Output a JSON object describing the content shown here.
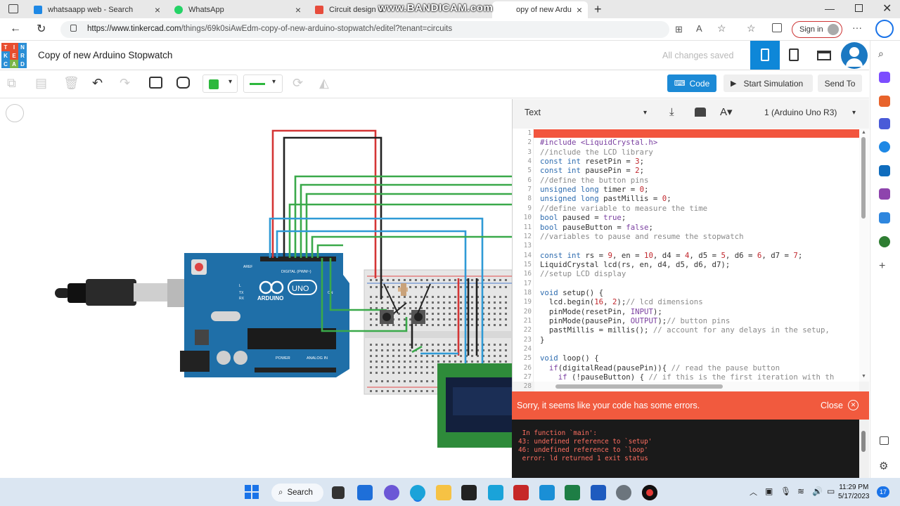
{
  "browser": {
    "tabs": [
      {
        "label": "whatsaapp web - Search",
        "favicon_color": "#1e88e5"
      },
      {
        "label": "WhatsApp",
        "favicon_color": "#25d366"
      },
      {
        "label": "Circuit design C",
        "favicon_color": "#e74c3c"
      },
      {
        "label": "opy of new Ardu",
        "favicon_color": "#1e88e5"
      }
    ],
    "new_tab": "+",
    "url_host": "https://www.tinkercad.com",
    "url_path": "/things/69k0siAwEdm-copy-of-new-arduino-stopwatch/editel?tenant=circuits",
    "sign_in": "Sign in",
    "watermark": "www.BANDICAM.com"
  },
  "tinkercad": {
    "logo_letters": [
      "T",
      "I",
      "N",
      "K",
      "E",
      "R",
      "C",
      "A",
      "D"
    ],
    "logo_colors": [
      "#e84e2f",
      "#e84e2f",
      "#2b8fd6",
      "#2b8fd6",
      "#e84e2f",
      "#2b8fd6",
      "#2b8fd6",
      "#7ab648",
      "#2b8fd6"
    ],
    "project_title": "Copy of new Arduino Stopwatch",
    "saved_status": "All changes saved",
    "code_button": "Code",
    "start_simulation": "Start Simulation",
    "send_to": "Send To",
    "accent": "#1c8ad6"
  },
  "code_panel": {
    "mode": "Text",
    "board": "1 (Arduino Uno R3)",
    "lines": [
      {
        "n": "1",
        "text": ""
      },
      {
        "n": "2",
        "text": "#include <LiquidCrystal.h>"
      },
      {
        "n": "3",
        "text": "//include the LCD library"
      },
      {
        "n": "4",
        "text": "const int resetPin = 3;"
      },
      {
        "n": "5",
        "text": "const int pausePin = 2;"
      },
      {
        "n": "6",
        "text": "//define the button pins"
      },
      {
        "n": "7",
        "text": "unsigned long timer = 0;"
      },
      {
        "n": "8",
        "text": "unsigned long pastMillis = 0;"
      },
      {
        "n": "9",
        "text": "//define variable to measure the time"
      },
      {
        "n": "10",
        "text": "bool paused = true;"
      },
      {
        "n": "11",
        "text": "bool pauseButton = false;"
      },
      {
        "n": "12",
        "text": "//variables to pause and resume the stopwatch"
      },
      {
        "n": "13",
        "text": ""
      },
      {
        "n": "14",
        "text": "const int rs = 9, en = 10, d4 = 4, d5 = 5, d6 = 6, d7 = 7;"
      },
      {
        "n": "15",
        "text": "LiquidCrystal lcd(rs, en, d4, d5, d6, d7);"
      },
      {
        "n": "16",
        "text": "//setup LCD display"
      },
      {
        "n": "17",
        "text": ""
      },
      {
        "n": "18",
        "text": "void setup() {"
      },
      {
        "n": "19",
        "text": "  lcd.begin(16, 2);// lcd dimensions"
      },
      {
        "n": "20",
        "text": "  pinMode(resetPin, INPUT);"
      },
      {
        "n": "21",
        "text": "  pinMode(pausePin, OUTPUT);// button pins"
      },
      {
        "n": "22",
        "text": "  pastMillis = millis(); // account for any delays in the setup,"
      },
      {
        "n": "23",
        "text": "}"
      },
      {
        "n": "24",
        "text": ""
      },
      {
        "n": "25",
        "text": "void loop() {"
      },
      {
        "n": "26",
        "text": "  if(digitalRead(pausePin)){ // read the pause button"
      },
      {
        "n": "27",
        "text": "    if (!pauseButton) { // if this is the first iteration with th"
      },
      {
        "n": "28",
        "text": ""
      }
    ],
    "error_banner": "Sorry, it seems like your code has some errors.",
    "close_label": "Close",
    "console": [
      " In function `main':",
      "43: undefined reference to `setup'",
      "46: undefined reference to `loop'",
      " error: ld returned 1 exit status"
    ],
    "error_color": "#f15a3e"
  },
  "board_labels": {
    "arduino": "ARDUINO",
    "uno": "UNO",
    "digital": "DIGITAL (PWM~)",
    "analog": "ANALOG IN",
    "power": "POWER",
    "on": "ON",
    "tx": "TX",
    "rx": "RX",
    "l": "L",
    "aref": "AREF"
  },
  "taskbar": {
    "search": "Search",
    "time": "11:29 PM",
    "date": "5/17/2023",
    "notifications": "17"
  }
}
